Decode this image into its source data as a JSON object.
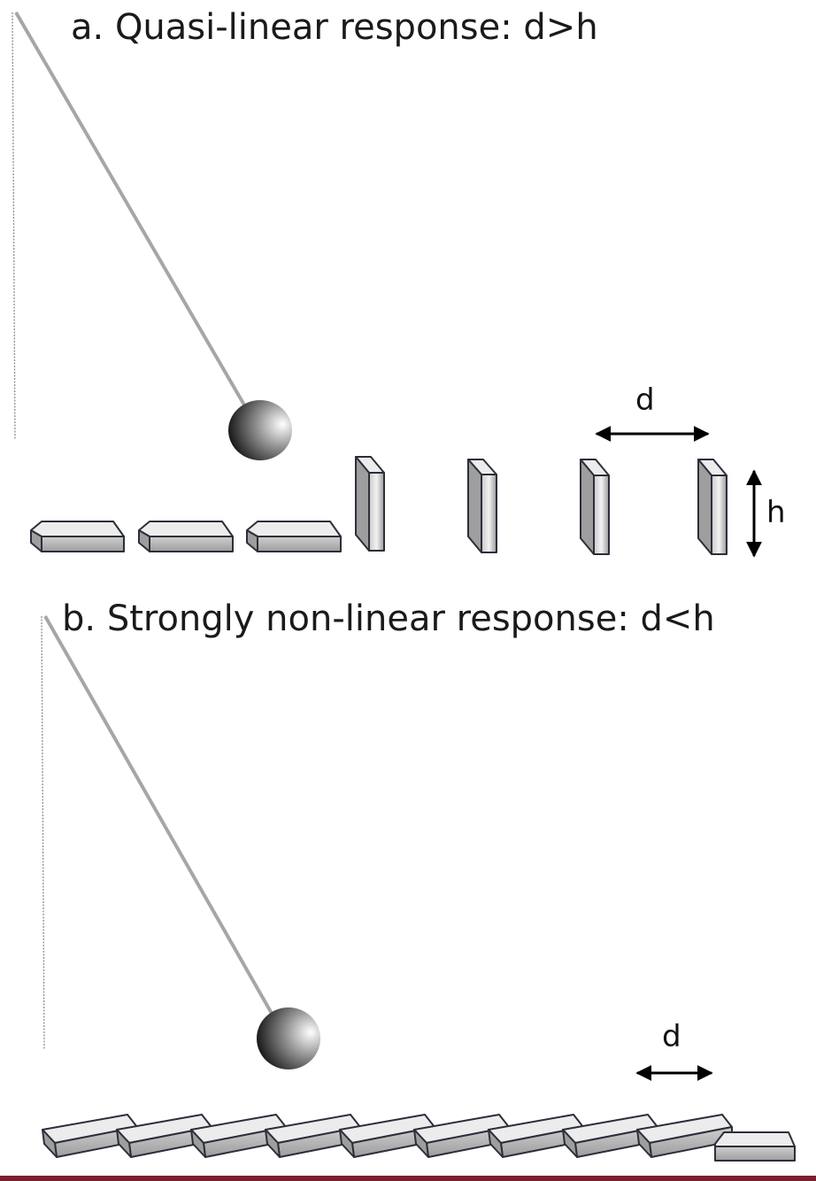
{
  "panel_a": {
    "title": "a. Quasi-linear response: d>h",
    "d_label": "d",
    "h_label": "h"
  },
  "panel_b": {
    "title": "b. Strongly non-linear response: d<h",
    "d_label": "d"
  },
  "footer_rule_color": "#7a1f2b"
}
